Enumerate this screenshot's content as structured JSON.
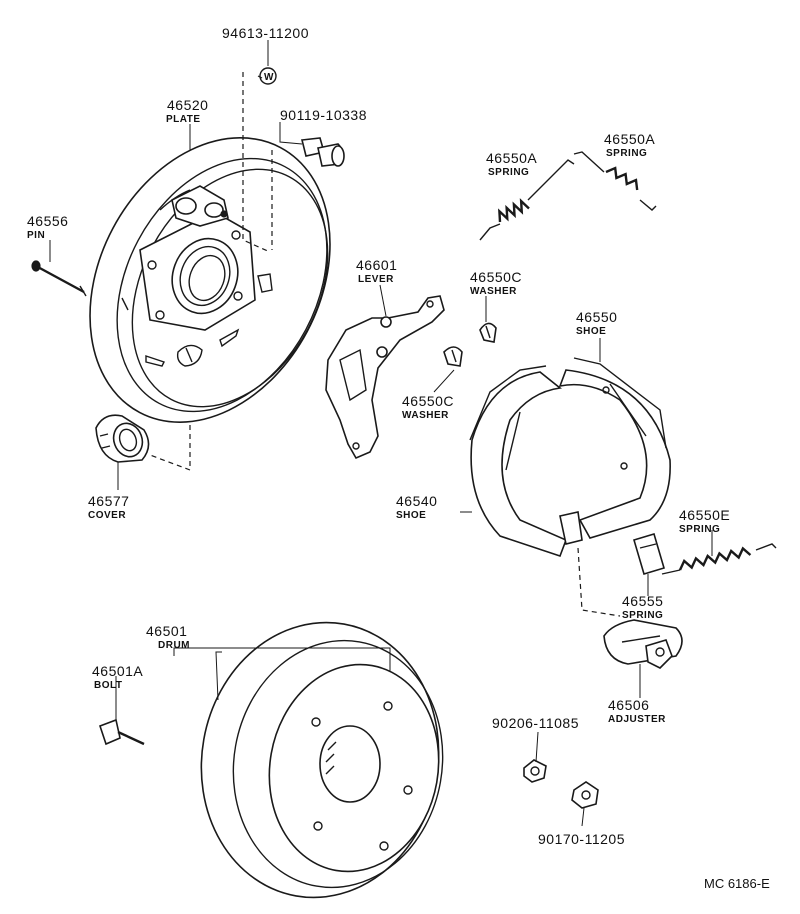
{
  "parts": {
    "p94613": {
      "number": "94613-11200"
    },
    "p46520": {
      "number": "46520",
      "name": "PLATE"
    },
    "p90119": {
      "number": "90119-10338"
    },
    "p46556": {
      "number": "46556",
      "name": "PIN"
    },
    "p46550A_1": {
      "number": "46550A",
      "name": "SPRING"
    },
    "p46550A_2": {
      "number": "46550A",
      "name": "SPRING"
    },
    "p46601": {
      "number": "46601",
      "name": "LEVER"
    },
    "p46550C_1": {
      "number": "46550C",
      "name": "WASHER"
    },
    "p46550C_2": {
      "number": "46550C",
      "name": "WASHER"
    },
    "p46550": {
      "number": "46550",
      "name": "SHOE"
    },
    "p46577": {
      "number": "46577",
      "name": "COVER"
    },
    "p46540": {
      "number": "46540",
      "name": "SHOE"
    },
    "p46550E": {
      "number": "46550E",
      "name": "SPRING"
    },
    "p46555": {
      "number": "46555",
      "name": "SPRING"
    },
    "p46501": {
      "number": "46501",
      "name": "DRUM"
    },
    "p46501A": {
      "number": "46501A",
      "name": "BOLT"
    },
    "p46506": {
      "number": "46506",
      "name": "ADJUSTER"
    },
    "p90206": {
      "number": "90206-11085"
    },
    "p90170": {
      "number": "90170-11205"
    }
  },
  "marker": {
    "symbol": "W"
  },
  "footer": {
    "code": "MC 6186-E"
  }
}
